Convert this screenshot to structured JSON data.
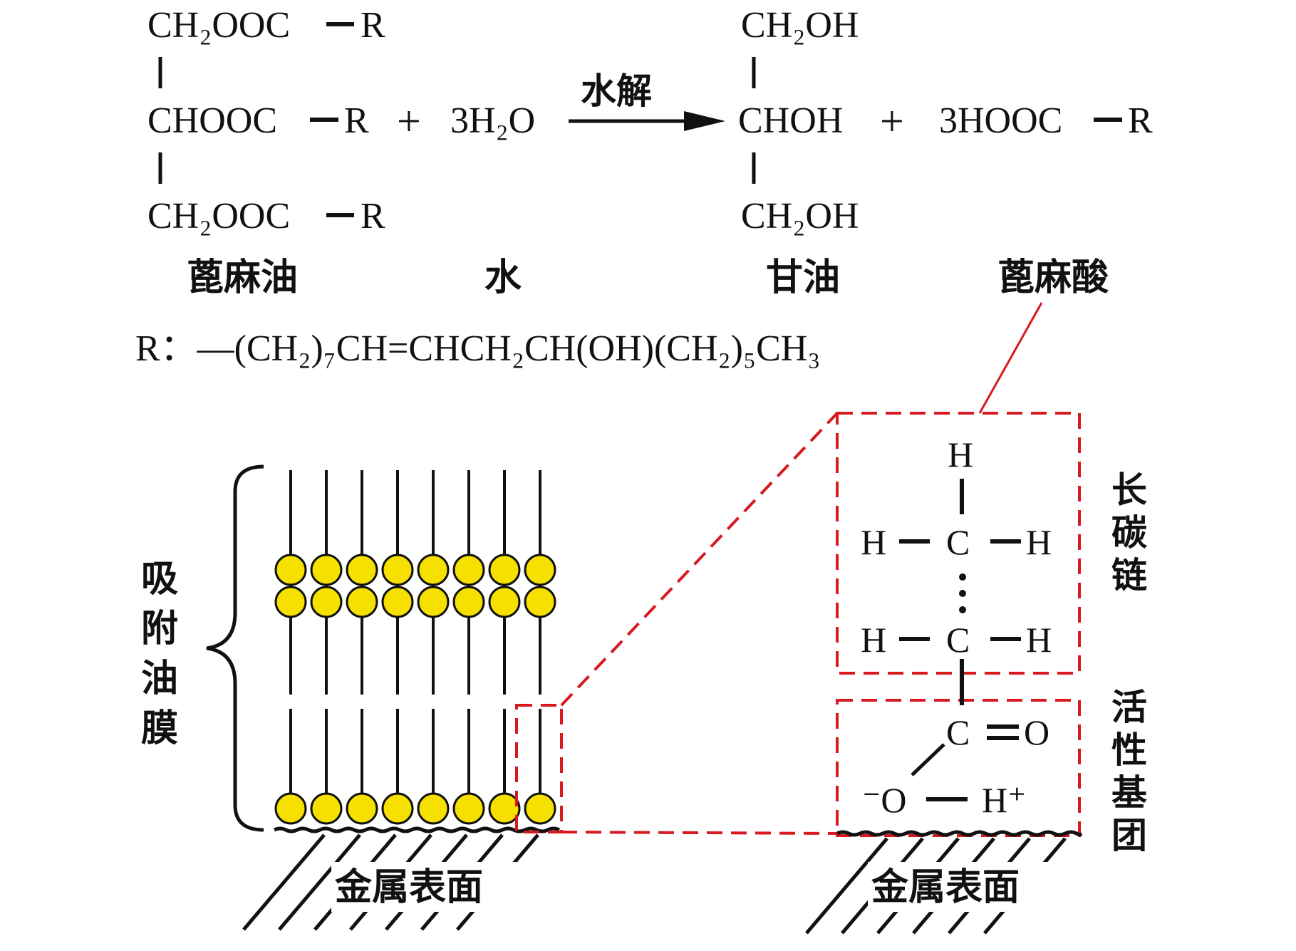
{
  "equation": {
    "reactant": {
      "top": "CH₂OOC",
      "middle": "CHOOC",
      "bottom": "CH₂OOC",
      "group": "R"
    },
    "plus": "+",
    "water": "3H₂O",
    "arrow_label": "水解",
    "product_glycerol": {
      "top": "CH₂OH",
      "middle": "CHOH",
      "bottom": "CH₂OH"
    },
    "acid": "3HOOC",
    "acid_group": "R"
  },
  "names": {
    "castor_oil": "蓖麻油",
    "water": "水",
    "glycerol": "甘油",
    "ricinoleic_acid": "蓖麻酸"
  },
  "r_definition": "R：—(CH₂)₇CH=CHCH₂CH(OH)(CH₂)₅CH₃",
  "film": {
    "brace_label": "吸附油膜",
    "surface_label": "金属表面",
    "colors": {
      "head_fill": "#f5e000",
      "head_stroke": "#111111",
      "zoom": "#d71920"
    }
  },
  "zoom": {
    "long_chain": {
      "H_top": "H",
      "H": "H",
      "C": "C",
      "dots": "⋮"
    },
    "chain_label": "长碳链",
    "active_label": "活性基团",
    "active": {
      "C": "C",
      "O": "O",
      "O_minus": "⁻O",
      "H_plus": "H⁺"
    },
    "surface_label": "金属表面"
  }
}
